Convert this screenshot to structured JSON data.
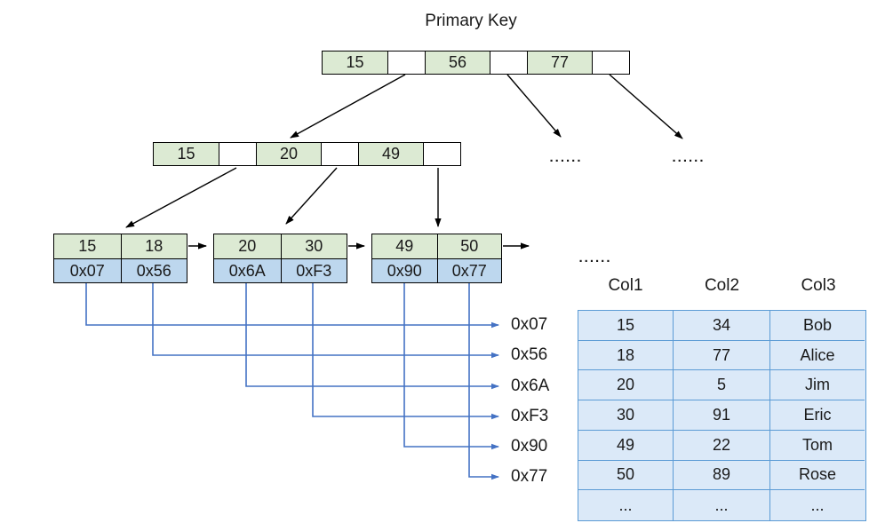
{
  "diagram": {
    "title": "Primary Key",
    "ellipsis": "......",
    "root_node": {
      "keys": [
        "15",
        "56",
        "77"
      ]
    },
    "internal_node": {
      "keys": [
        "15",
        "20",
        "49"
      ]
    },
    "leaf_nodes": [
      {
        "keys": [
          "15",
          "18"
        ],
        "pointers": [
          "0x07",
          "0x56"
        ]
      },
      {
        "keys": [
          "20",
          "30"
        ],
        "pointers": [
          "0x6A",
          "0xF3"
        ]
      },
      {
        "keys": [
          "49",
          "50"
        ],
        "pointers": [
          "0x90",
          "0x77"
        ]
      }
    ],
    "pointer_labels": [
      "0x07",
      "0x56",
      "0x6A",
      "0xF3",
      "0x90",
      "0x77"
    ],
    "colors": {
      "key_cell_fill": "#dcead3",
      "pointer_cell_fill": "#bdd7ee",
      "table_fill": "#dbe9f8",
      "table_border": "#5b9bd5",
      "connector_blue": "#4472c4",
      "edge_black": "#000000"
    }
  },
  "table": {
    "headers": [
      "Col1",
      "Col2",
      "Col3"
    ],
    "rows": [
      [
        "15",
        "34",
        "Bob"
      ],
      [
        "18",
        "77",
        "Alice"
      ],
      [
        "20",
        "5",
        "Jim"
      ],
      [
        "30",
        "91",
        "Eric"
      ],
      [
        "49",
        "22",
        "Tom"
      ],
      [
        "50",
        "89",
        "Rose"
      ],
      [
        "...",
        "...",
        "..."
      ]
    ]
  }
}
